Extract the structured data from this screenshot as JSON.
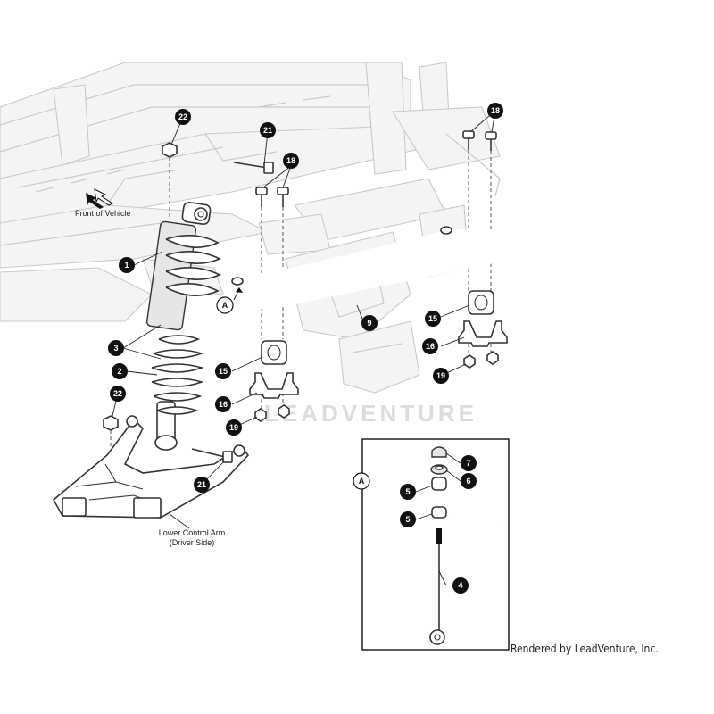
{
  "labels": {
    "front_of_vehicle": "Front of Vehicle",
    "lower_control_arm_line1": "Lower Control Arm",
    "lower_control_arm_line2": "(Driver Side)",
    "rendered_by": "Rendered by LeadVenture, Inc.",
    "watermark": "LEADVENTURE",
    "detail_view_id": "A"
  },
  "callouts": [
    "1",
    "2",
    "3",
    "4",
    "5",
    "5",
    "6",
    "7",
    "9",
    "15",
    "15",
    "16",
    "16",
    "18",
    "18",
    "19",
    "19",
    "21",
    "21",
    "22",
    "22"
  ],
  "colors": {
    "callout_fill": "#111111",
    "callout_text": "#ffffff",
    "line_art": "#333333",
    "frame_art": "#c8c8c8"
  }
}
